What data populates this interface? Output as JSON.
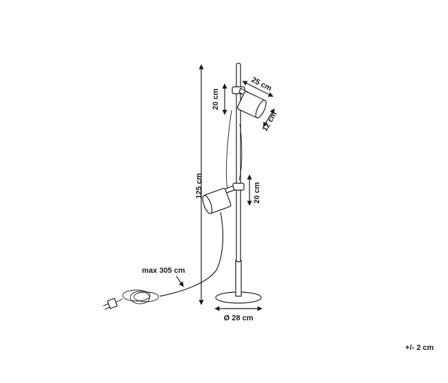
{
  "labels": {
    "height_total": "125 cm",
    "head_upper_height": "20 cm",
    "head_length": "25 cm",
    "head_diameter": "12 cm",
    "head_lower_height": "20 cm",
    "cable_length": "max 305 cm",
    "base_diameter": "Ø 28 cm",
    "tolerance": "+/- 2 cm"
  }
}
